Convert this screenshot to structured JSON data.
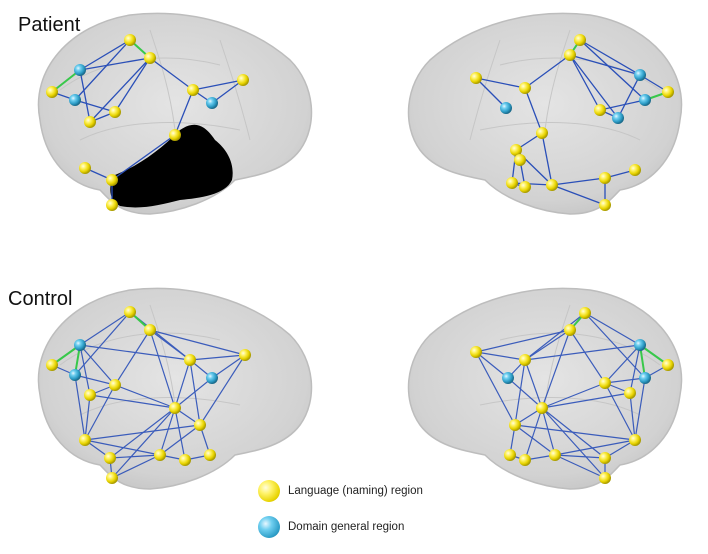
{
  "panels": {
    "patient_label": "Patient",
    "control_label": "Control"
  },
  "legend": {
    "language_label": "Language (naming) region",
    "domain_label": "Domain general region"
  },
  "colors": {
    "brain_fill": "#d6d6d6",
    "brain_edge": "#b8b8b8",
    "language_node": "#f2e100",
    "domain_node": "#3aa8d8",
    "edge_blue": "#2a4fb8",
    "edge_green": "#38c84a",
    "lesion": "#000000"
  },
  "node_types": [
    "language",
    "domain"
  ]
}
